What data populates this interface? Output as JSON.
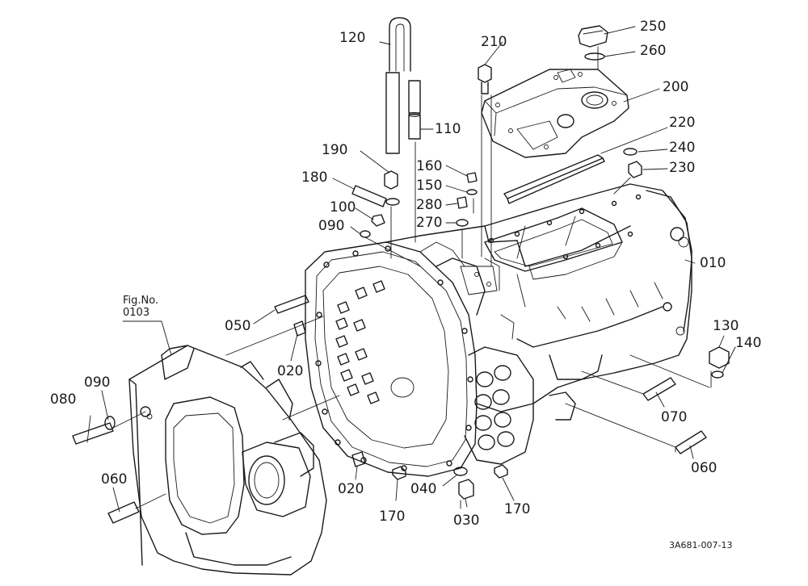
{
  "figure_ref": {
    "line1": "Fig.No.",
    "line2": "0103"
  },
  "drawing_code": "3A681-007-13",
  "parts": [
    {
      "no": "010"
    },
    {
      "no": "020"
    },
    {
      "no": "020"
    },
    {
      "no": "030"
    },
    {
      "no": "040"
    },
    {
      "no": "050"
    },
    {
      "no": "060"
    },
    {
      "no": "060"
    },
    {
      "no": "070"
    },
    {
      "no": "080"
    },
    {
      "no": "090"
    },
    {
      "no": "090"
    },
    {
      "no": "100"
    },
    {
      "no": "110"
    },
    {
      "no": "120"
    },
    {
      "no": "130"
    },
    {
      "no": "140"
    },
    {
      "no": "150"
    },
    {
      "no": "160"
    },
    {
      "no": "170"
    },
    {
      "no": "170"
    },
    {
      "no": "180"
    },
    {
      "no": "190"
    },
    {
      "no": "200"
    },
    {
      "no": "210"
    },
    {
      "no": "220"
    },
    {
      "no": "230"
    },
    {
      "no": "240"
    },
    {
      "no": "250"
    },
    {
      "no": "260"
    },
    {
      "no": "270"
    },
    {
      "no": "280"
    }
  ]
}
